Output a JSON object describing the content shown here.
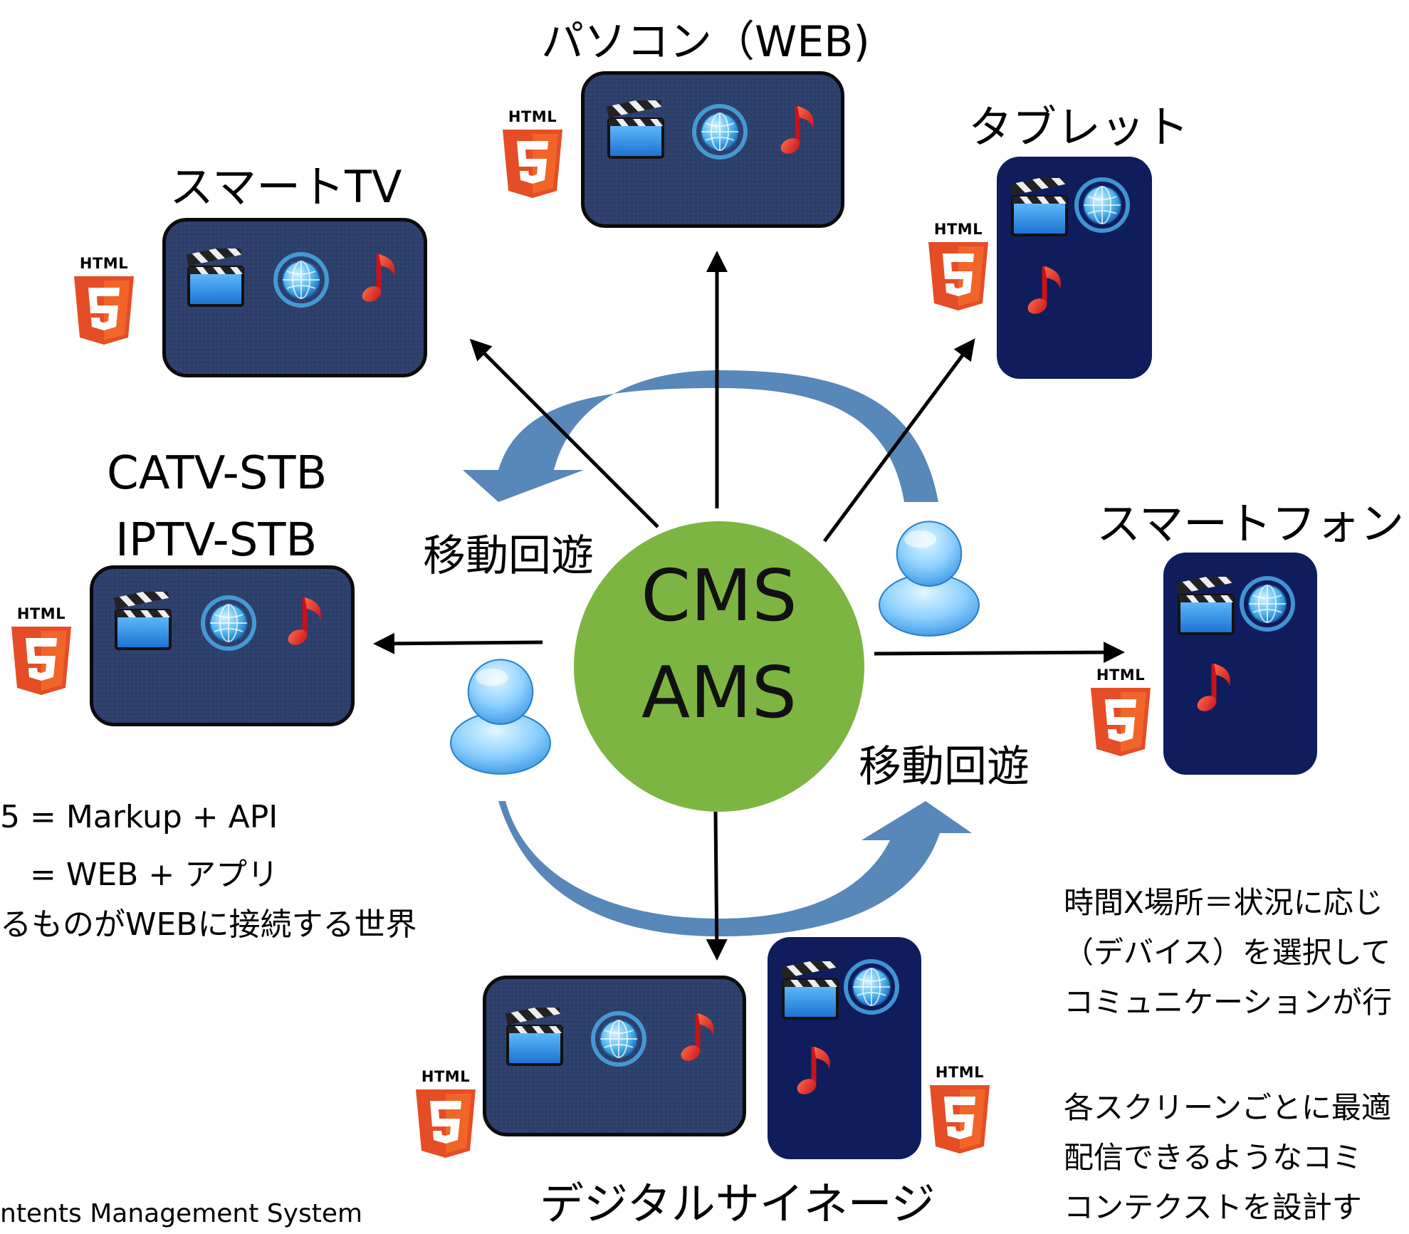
{
  "devices": {
    "pc": "パソコン（WEB)",
    "tablet": "タブレット",
    "smart_tv": "スマートTV",
    "stb_line1": "CATV-STB",
    "stb_line2": "IPTV-STB",
    "smartphone": "スマートフォン",
    "signage": "デジタルサイネージ"
  },
  "center": {
    "line1": "CMS",
    "line2": "AMS"
  },
  "move_label_top": "移動回遊",
  "move_label_bottom": "移動回遊",
  "html5_badge": "HTML",
  "html5_note": {
    "line1": "5 = Markup + API",
    "line2": "=   WEB   + アプリ",
    "line3": "るものがWEBに接続する世界"
  },
  "context_note": {
    "line1": "時間X場所＝状況に応じ",
    "line2": "（デバイス）を選択して",
    "line3": "コミュニケーションが行",
    "line4": "各スクリーンごとに最適",
    "line5": "配信できるようなコミ",
    "line6": "コンテクストを設計す"
  },
  "footer": "ntents Management System",
  "colors": {
    "screen_landscape": "#2c3e6a",
    "screen_portrait": "#0f1d5c",
    "cms_circle": "#7db542",
    "curved_arrow": "#4f81b5",
    "html5_orange": "#e44d26"
  },
  "icons": [
    "film-clapper-icon",
    "globe-sync-icon",
    "music-note-icon",
    "html5-logo-icon",
    "user-icon"
  ]
}
